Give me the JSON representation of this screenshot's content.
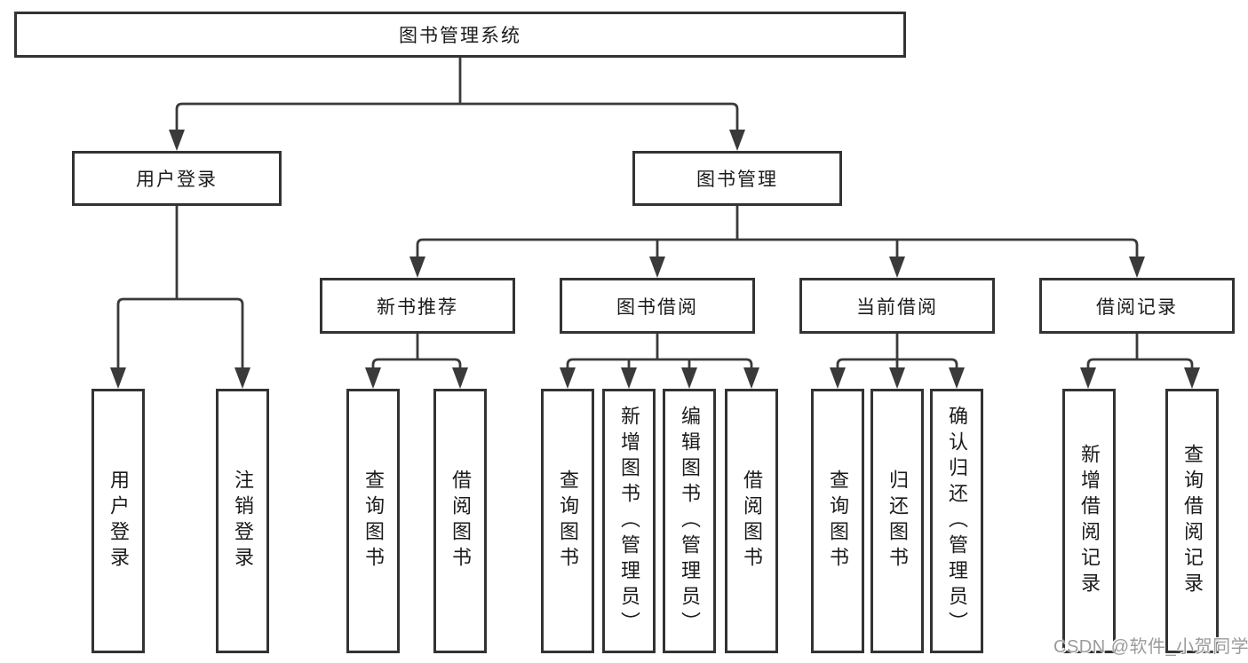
{
  "nodes": {
    "root": {
      "label": "图书管理系统"
    },
    "user_login": {
      "label": "用户登录"
    },
    "book_mgmt": {
      "label": "图书管理"
    },
    "new_book_rec": {
      "label": "新书推荐"
    },
    "book_borrow": {
      "label": "图书借阅"
    },
    "current_borrow": {
      "label": "当前借阅"
    },
    "borrow_records": {
      "label": "借阅记录"
    },
    "ul_user_login": {
      "label": "用户登录"
    },
    "ul_logout": {
      "label": "注销登录"
    },
    "nb_query": {
      "label": "查询图书"
    },
    "nb_borrow": {
      "label": "借阅图书"
    },
    "bb_query": {
      "label": "查询图书"
    },
    "bb_add": {
      "label": "新增图书（管理员）"
    },
    "bb_edit": {
      "label": "编辑图书（管理员）"
    },
    "bb_borrow": {
      "label": "借阅图书"
    },
    "cb_query": {
      "label": "查询图书"
    },
    "cb_return": {
      "label": "归还图书"
    },
    "cb_confirm": {
      "label": "确认归还（管理员）"
    },
    "br_add": {
      "label": "新增借阅记录"
    },
    "br_query": {
      "label": "查询借阅记录"
    }
  },
  "watermark": {
    "text": "CSDN @软件_小贺同学"
  },
  "colors": {
    "line": "#3a3a3a",
    "box_border": "#333333",
    "text": "#1b1b1b",
    "watermark": "#9b9b9b",
    "background": "#ffffff"
  }
}
